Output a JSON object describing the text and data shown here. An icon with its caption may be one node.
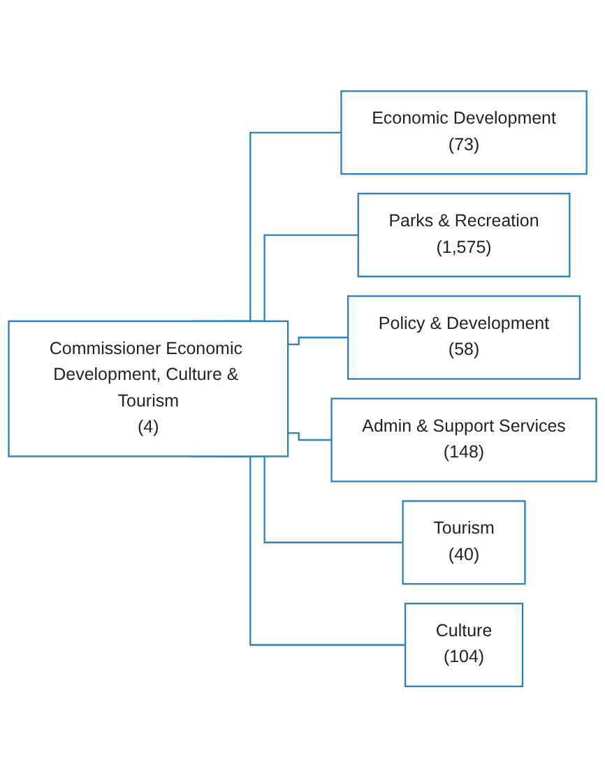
{
  "diagram": {
    "nodes": [
      {
        "text": [
          "Commissioner Economic Development, Culture & Tourism",
          "(4)"
        ]
      },
      {
        "text": [
          "Economic Development",
          "(73)"
        ]
      },
      {
        "text": [
          "Parks & Recreation",
          "(1,575)"
        ]
      },
      {
        "text": [
          "Policy & Development",
          "(58)"
        ]
      },
      {
        "text": [
          "Admin & Support Services",
          "(148)"
        ]
      },
      {
        "text": [
          "Tourism",
          "(40)"
        ]
      },
      {
        "text": [
          "Culture",
          "(104)"
        ]
      }
    ],
    "edges": [
      {
        "from": 0,
        "to": 1,
        "arrow": "none"
      },
      {
        "from": 0,
        "to": 2,
        "arrow": "none"
      },
      {
        "from": 0,
        "to": 3,
        "arrow": "none"
      },
      {
        "from": 0,
        "to": 4,
        "arrow": "none"
      },
      {
        "from": 0,
        "to": 5,
        "arrow": "none"
      },
      {
        "from": 0,
        "to": 6,
        "arrow": "none"
      }
    ]
  }
}
